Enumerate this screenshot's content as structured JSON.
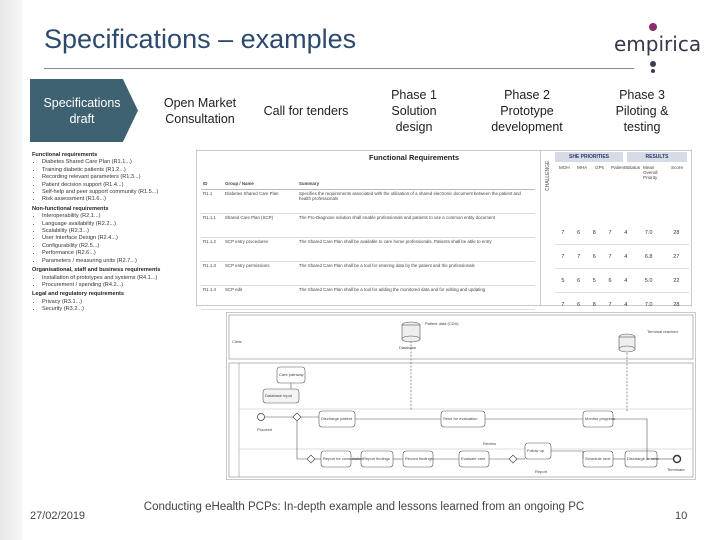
{
  "slide": {
    "title": "Specifications – examples",
    "logo_text": "empirica"
  },
  "phases": [
    {
      "label": "Specifications draft"
    },
    {
      "label": "Open Market Consultation"
    },
    {
      "label": "Call for tenders"
    },
    {
      "label": "Phase 1 Solution design"
    },
    {
      "label": "Phase 2 Prototype development"
    },
    {
      "label": "Phase 3 Piloting & testing"
    }
  ],
  "document": {
    "sections": [
      {
        "heading": "Functional requirements",
        "items": [
          "Diabetes Shared Care Plan (R1.1...)",
          "Training diabetic patients (R1.2...)",
          "Recording relevant parameters (R1.3...)",
          "Patient decision support (R1.4...)",
          "Self-help and peer support community (R1.5...)",
          "Risk assessment (R1.6...)"
        ]
      },
      {
        "heading": "Non-functional requirements",
        "items": [
          "Interoperability (R2.1...)",
          "Language availability (R2.2...)",
          "Scalability (R2.3...)",
          "User Interface Design (R2.4...)",
          "Configurability (R2.5...)",
          "Performance (R2.6...)",
          "Parameters / measuring units (R2.7...)"
        ]
      },
      {
        "heading": "Organisational, staff and business requirements",
        "items": [
          "Installation of prototypes and systems (R4.1...)",
          "Procurement / spending (R4.2...)"
        ]
      },
      {
        "heading": "Legal and regulatory requirements",
        "items": [
          "Privacy (R3.1...)",
          "Security (R3.2...)"
        ]
      }
    ]
  },
  "requirements_table": {
    "title": "Functional Requirements",
    "columns": [
      "ID",
      "Group / Name",
      "Summary"
    ],
    "rows": [
      {
        "id": "R1.1",
        "name": "Diabetes Shared Care Plan",
        "summary": "Specifies the requirements associated with the utilisation of a shared electronic document between the patient and health professionals"
      },
      {
        "id": "R1.1.1",
        "name": "Shared Care Plan (SCP)",
        "summary": "The Pro-Diagnose solution shall enable professionals and patients to use a common entity document"
      },
      {
        "id": "R1.1.2",
        "name": "SCP entry procedures",
        "summary": "The Shared Care Plan shall be available to care home professionals. Patients shall be able to entry"
      },
      {
        "id": "R1.1.3",
        "name": "SCP entry permissions",
        "summary": "The Shared Care Plan shall be a tool for entering data by the patient and the professionals"
      },
      {
        "id": "R1.1.4",
        "name": "SCP edit",
        "summary": "The Shared Care Plan shall be a tool for adding the monitored data and for editing and updating"
      }
    ]
  },
  "scores_table": {
    "side_label": "CHALLENGE",
    "header_priorities": "SHE PRIORITIES",
    "header_results": "RESULTS",
    "columns": [
      "MOH",
      "MHA",
      "GPs",
      "Patients",
      "Status",
      "Mean Overall Priority",
      "Score"
    ],
    "rows": [
      [
        "7",
        "6",
        "8",
        "7",
        "4",
        "7.0",
        "28"
      ],
      [
        "7",
        "7",
        "6",
        "7",
        "4",
        "6.8",
        "27"
      ],
      [
        "5",
        "6",
        "5",
        "6",
        "4",
        "5.0",
        "22"
      ],
      [
        "7",
        "6",
        "8",
        "7",
        "4",
        "7.0",
        "28"
      ]
    ]
  },
  "bpmn": {
    "labels": [
      "Database",
      "Patient data (CDA)",
      "Clinic",
      "Care pathway",
      "Database input",
      "Discharge patient",
      "Send for evaluation",
      "Proceed",
      "Report for consultation",
      "Report findings",
      "Record findings",
      "Evaluate care",
      "Follow up",
      "Monitor progress",
      "Review",
      "Schedule next",
      "Discharge or refer",
      "Terminal reached",
      "Terminate",
      "Report"
    ]
  },
  "footer": {
    "date": "27/02/2019",
    "text": "Conducting eHealth PCPs: In-depth example and lessons learned from an ongoing PC",
    "page": "10"
  }
}
